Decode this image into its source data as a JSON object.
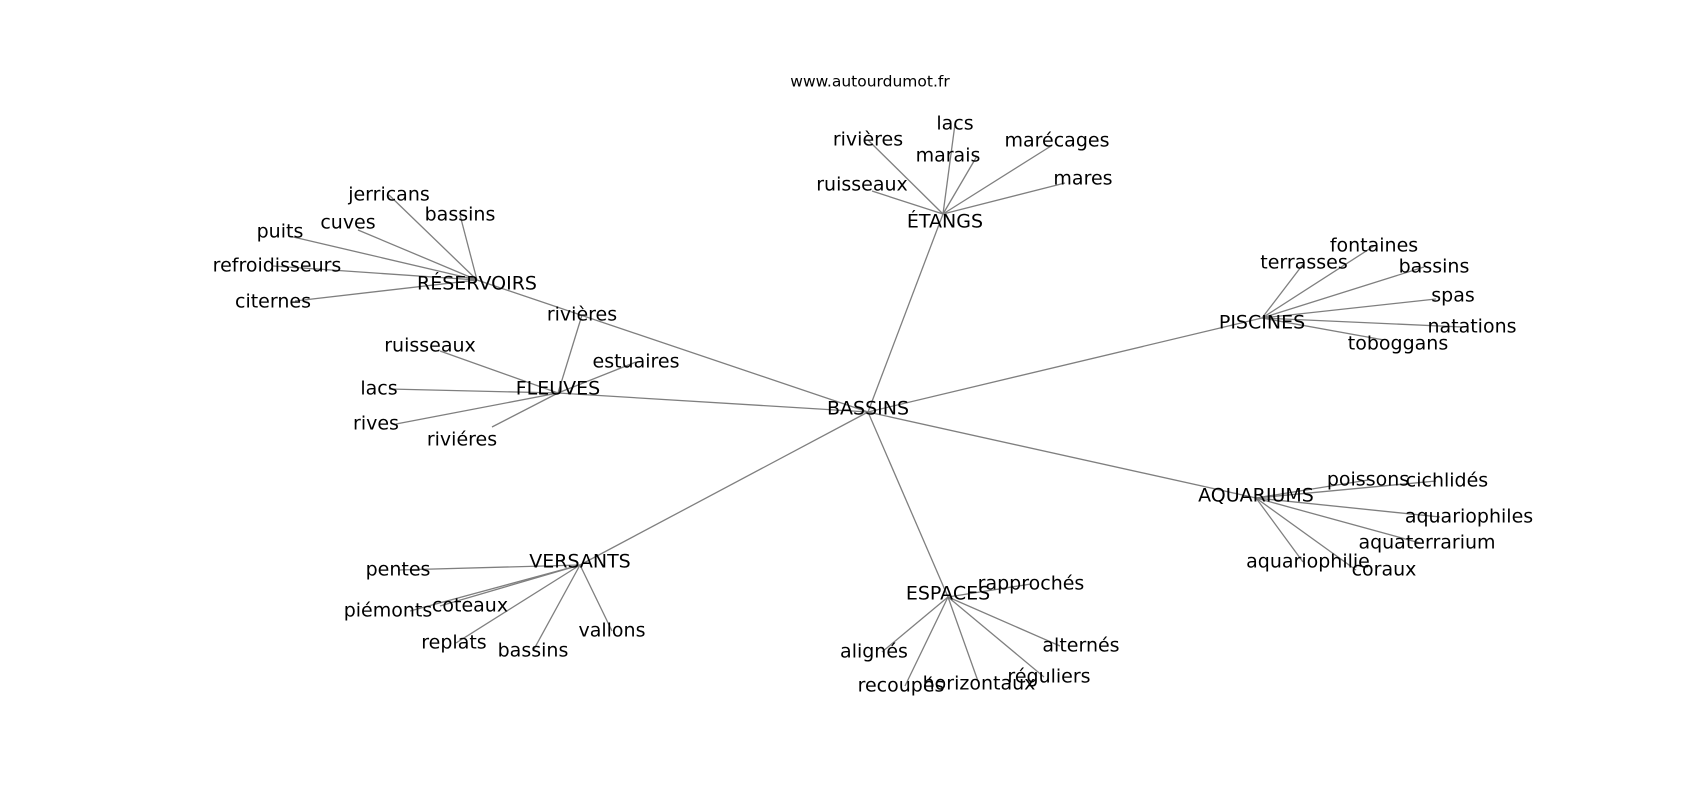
{
  "source": "www.autourdumot.fr",
  "root": "BASSINS",
  "groups": [
    {
      "label": "ÉTANGS",
      "children": [
        "rivières",
        "lacs",
        "marais",
        "marécages",
        "ruisseaux",
        "mares"
      ]
    },
    {
      "label": "RÉSERVOIRS",
      "children": [
        "jerricans",
        "bassins",
        "cuves",
        "puits",
        "refroidisseurs",
        "citernes"
      ]
    },
    {
      "label": "FLEUVES",
      "children": [
        "rivières",
        "ruisseaux",
        "estuaires",
        "lacs",
        "rives",
        "riviéres"
      ]
    },
    {
      "label": "PISCINES",
      "children": [
        "fontaines",
        "terrasses",
        "bassins",
        "spas",
        "natations",
        "toboggans"
      ]
    },
    {
      "label": "AQUARIUMS",
      "children": [
        "poissons",
        "cichlidés",
        "aquariophiles",
        "aquaterrarium",
        "aquariophilie",
        "coraux"
      ]
    },
    {
      "label": "VERSANTS",
      "children": [
        "pentes",
        "piémonts",
        "coteaux",
        "replats",
        "bassins",
        "vallons"
      ]
    },
    {
      "label": "ESPACES",
      "children": [
        "rapprochés",
        "alignés",
        "alternés",
        "recoupés",
        "horizontaux",
        "réguliers"
      ]
    }
  ]
}
